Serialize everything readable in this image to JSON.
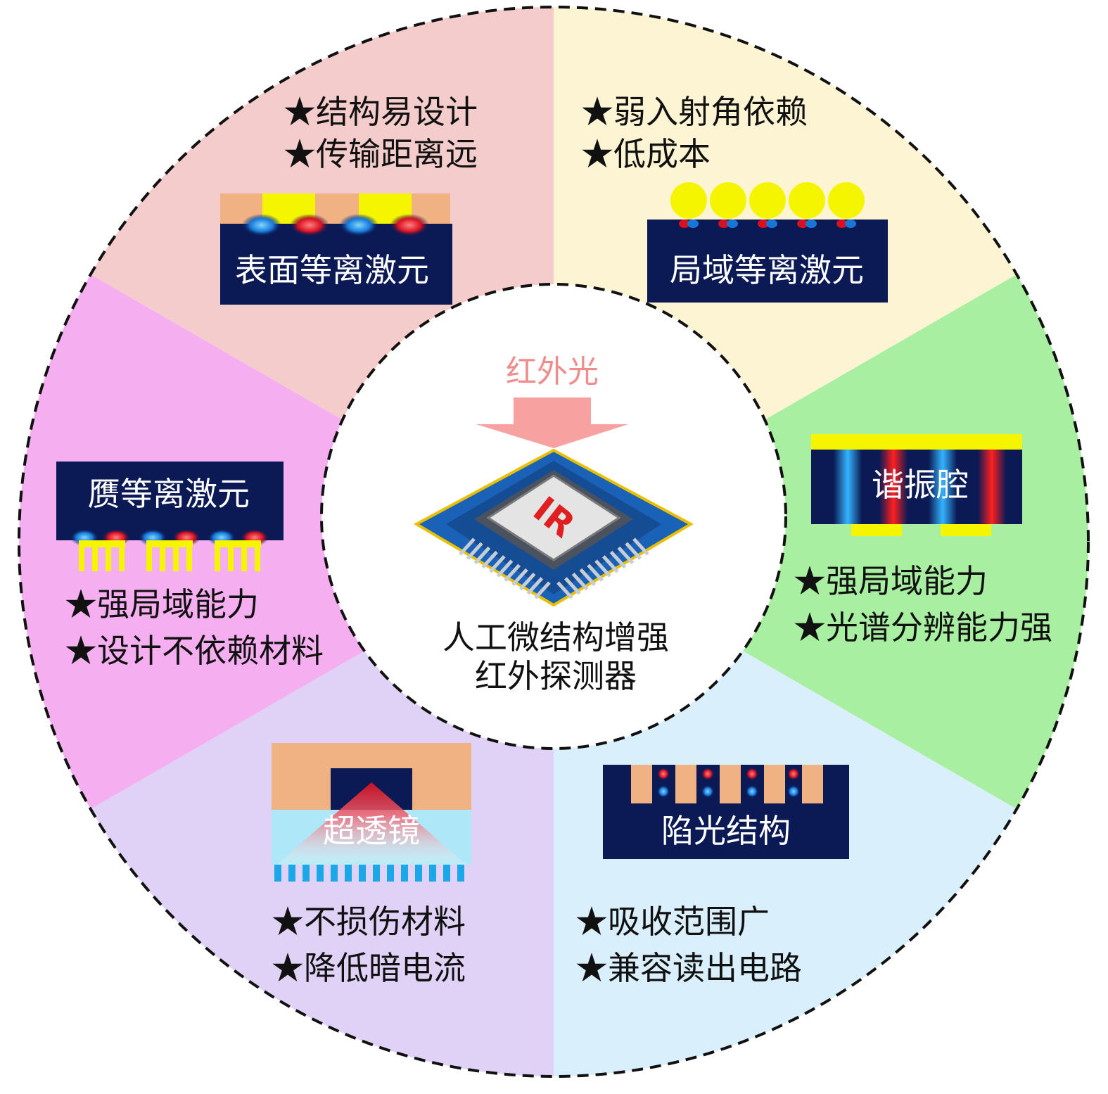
{
  "center": {
    "incoming_light": "红外光",
    "chip_label": "IR",
    "caption_line1": "人工微结构增强",
    "caption_line2": "红外探测器"
  },
  "segments": [
    {
      "id": "surface-plasmon",
      "label": "表面等离激元",
      "bullets": [
        "★结构易设计",
        "★传输距离远"
      ],
      "color": "#fdf4d4"
    },
    {
      "id": "localized-plasmon",
      "label": "局域等离激元",
      "bullets": [
        "★弱入射角依赖",
        "★低成本"
      ],
      "color": "#a9efa1"
    },
    {
      "id": "resonant-cavity",
      "label": "谐振腔",
      "bullets": [
        "★强局域能力",
        "★光谱分辨能力强"
      ],
      "color": "#d9effc"
    },
    {
      "id": "light-trapping",
      "label": "陷光结构",
      "bullets": [
        "★吸收范围广",
        "★兼容读出电路"
      ],
      "color": "#e0d2f7"
    },
    {
      "id": "metalens",
      "label": "超透镜",
      "bullets": [
        "★不损伤材料",
        "★降低暗电流"
      ],
      "color": "#f5aef0"
    },
    {
      "id": "spoof-plasmon",
      "label": "赝等离激元",
      "bullets": [
        "★强局域能力",
        "★设计不依赖材料"
      ],
      "color": "#f5cccc"
    }
  ],
  "colors": {
    "navy": "#0b1a55",
    "gold": "#f5f500",
    "peach": "#f0b183",
    "arrow": "#f7a1a1",
    "arrow_text": "#f08c8c",
    "chip_red": "#e02020",
    "board_blue": "#1a62b8"
  }
}
